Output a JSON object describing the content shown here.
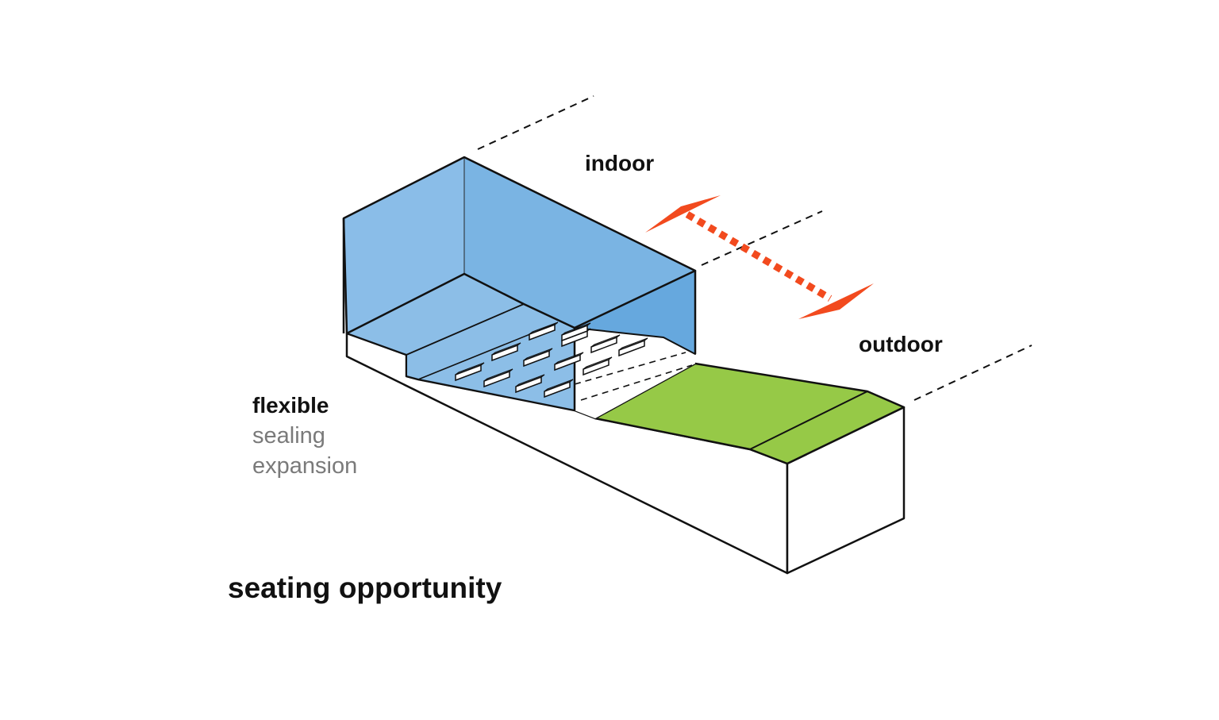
{
  "labels": {
    "indoor": "indoor",
    "outdoor": "outdoor",
    "flexible": "flexible",
    "sealing": "sealing",
    "expansion": "expansion",
    "title": "seating opportunity"
  },
  "colors": {
    "indoor_roof": "#66a8de",
    "indoor_wall": "#8bbde8",
    "indoor_floor": "#78b3e3",
    "lawn": "#96c947",
    "arrow": "#f24a1e",
    "outline": "#111111",
    "muted_text": "#7a7a7a"
  },
  "icons": {
    "arrow": "double-headed-arrow-icon"
  }
}
